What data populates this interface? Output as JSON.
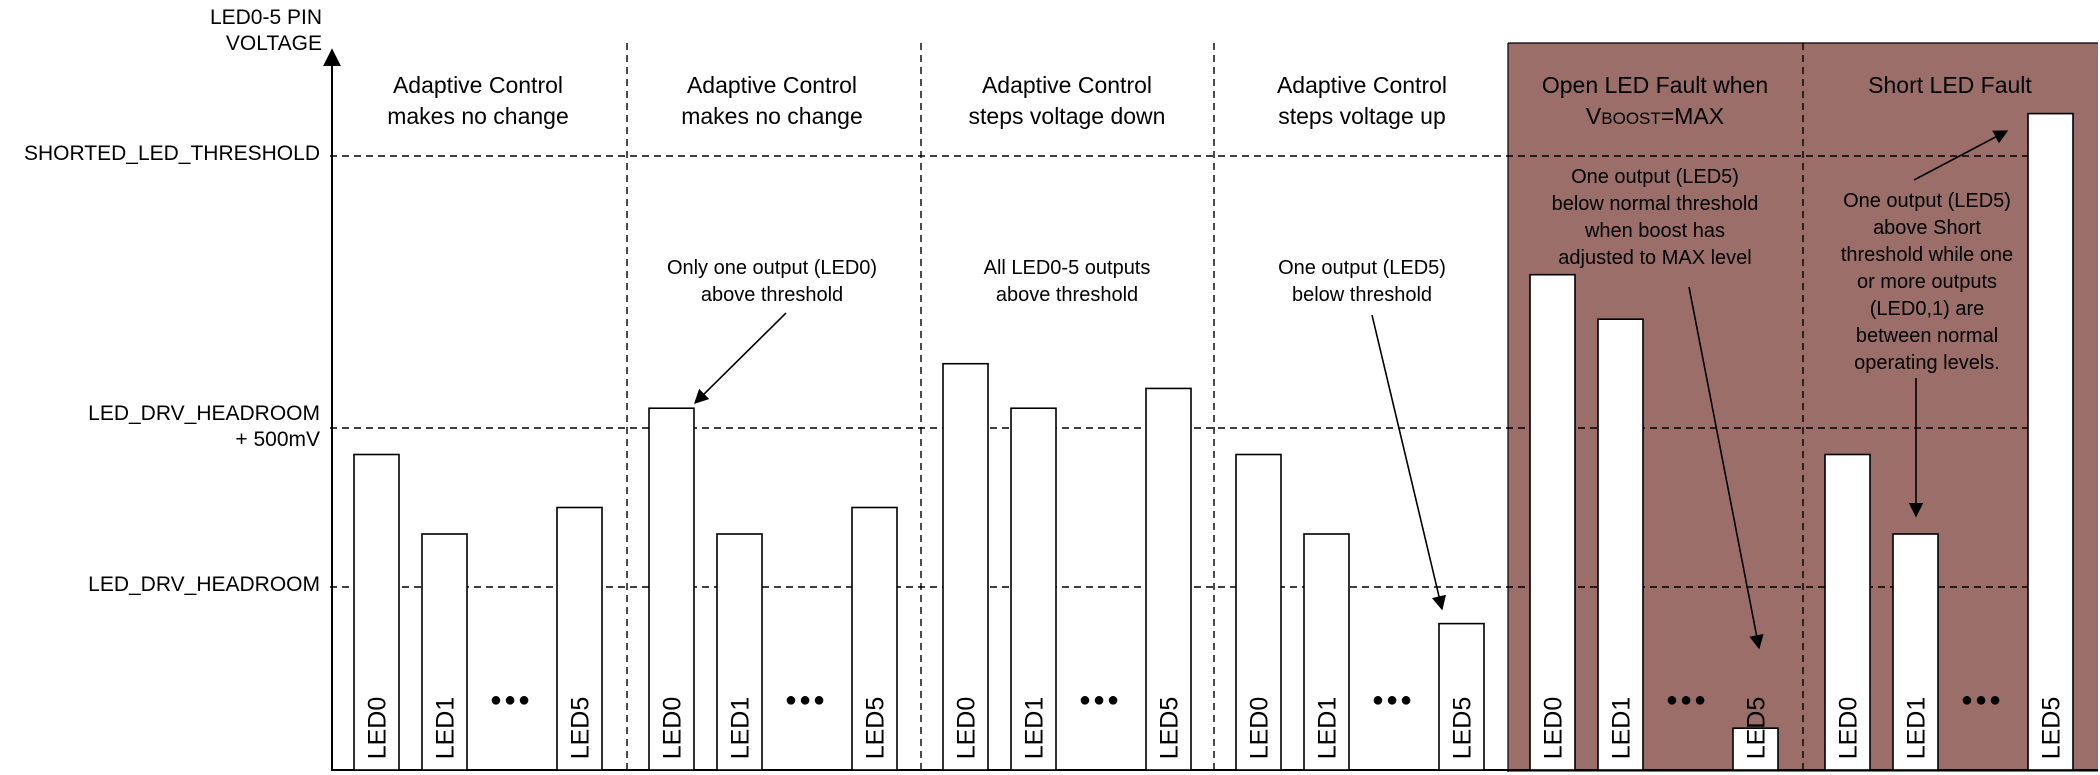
{
  "axis": {
    "y_title_line1": "LED0-5 PIN",
    "y_title_line2": "VOLTAGE"
  },
  "thresholds": [
    {
      "id": "shorted",
      "label_lines": [
        "SHORTED_LED_THRESHOLD"
      ]
    },
    {
      "id": "headroom_plus",
      "label_lines": [
        "LED_DRV_HEADROOM",
        "+ 500mV"
      ]
    },
    {
      "id": "headroom",
      "label_lines": [
        "LED_DRV_HEADROOM"
      ]
    }
  ],
  "colors": {
    "fault_panel": "#9b6e69",
    "bar_fill": "#ffffff",
    "line": "#000000"
  },
  "panels": [
    {
      "id": "p1",
      "header_lines": [
        "Adaptive Control",
        "makes no change"
      ],
      "note_lines": [],
      "fault": false,
      "bars": [
        {
          "label": "LED0",
          "level": 0.6
        },
        {
          "label": "LED1",
          "level": 0.45
        },
        {
          "label": "LED5",
          "level": 0.5
        }
      ],
      "dots": "●●●"
    },
    {
      "id": "p2",
      "header_lines": [
        "Adaptive Control",
        "makes no change"
      ],
      "note_lines": [
        "Only one output (LED0)",
        "above threshold"
      ],
      "fault": false,
      "bars": [
        {
          "label": "LED0",
          "level": 0.69
        },
        {
          "label": "LED1",
          "level": 0.45
        },
        {
          "label": "LED5",
          "level": 0.5
        }
      ],
      "dots": "●●●"
    },
    {
      "id": "p3",
      "header_lines": [
        "Adaptive Control",
        "steps voltage down"
      ],
      "note_lines": [
        "All LED0-5 outputs",
        "above threshold"
      ],
      "fault": false,
      "bars": [
        {
          "label": "LED0",
          "level": 0.78
        },
        {
          "label": "LED1",
          "level": 0.69
        },
        {
          "label": "LED5",
          "level": 0.73
        }
      ],
      "dots": "●●●"
    },
    {
      "id": "p4",
      "header_lines": [
        "Adaptive Control",
        "steps voltage up"
      ],
      "note_lines": [
        "One output (LED5)",
        "below threshold"
      ],
      "fault": false,
      "bars": [
        {
          "label": "LED0",
          "level": 0.6
        },
        {
          "label": "LED1",
          "level": 0.45
        },
        {
          "label": "LED5",
          "level": 0.28
        }
      ],
      "dots": "●●●"
    },
    {
      "id": "p5",
      "header_lines": [
        "Open LED Fault when",
        "VBOOST=MAX"
      ],
      "note_lines": [
        "One output (LED5)",
        "below normal threshold",
        "when boost has",
        "adjusted to MAX level"
      ],
      "fault": true,
      "bars": [
        {
          "label": "LED0",
          "level": 0.96
        },
        {
          "label": "LED1",
          "level": 0.87
        },
        {
          "label": "LED5",
          "level": 0.08
        }
      ],
      "dots": "●●●"
    },
    {
      "id": "p6",
      "header_lines": [
        "Short LED Fault"
      ],
      "note_lines": [
        "One output (LED5)",
        "above Short",
        "threshold while one",
        "or more outputs",
        "(LED0,1) are",
        "between normal",
        "operating levels."
      ],
      "fault": true,
      "bars": [
        {
          "label": "LED0",
          "level": 0.6
        },
        {
          "label": "LED1",
          "level": 0.45
        },
        {
          "label": "LED5",
          "level": 1.3
        }
      ],
      "dots": "●●●"
    }
  ]
}
